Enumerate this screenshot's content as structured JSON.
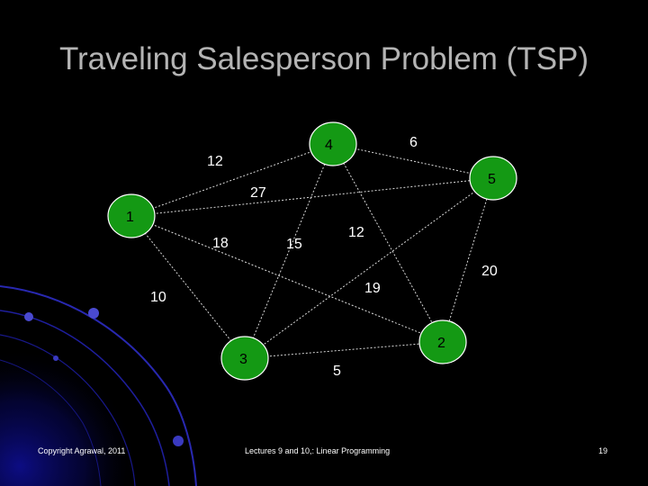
{
  "slide": {
    "title": "Traveling Salesperson Problem (TSP)"
  },
  "graph": {
    "nodes": [
      {
        "id": "1",
        "label": "1"
      },
      {
        "id": "2",
        "label": "2"
      },
      {
        "id": "3",
        "label": "3"
      },
      {
        "id": "4",
        "label": "4"
      },
      {
        "id": "5",
        "label": "5"
      }
    ],
    "edges": [
      {
        "from": "1",
        "to": "4",
        "weight": "12"
      },
      {
        "from": "4",
        "to": "5",
        "weight": "6"
      },
      {
        "from": "1",
        "to": "5",
        "weight": "27"
      },
      {
        "from": "1",
        "to": "2",
        "weight": "18"
      },
      {
        "from": "4",
        "to": "3",
        "weight": "15"
      },
      {
        "from": "4",
        "to": "2",
        "weight": "12"
      },
      {
        "from": "5",
        "to": "2",
        "weight": "20"
      },
      {
        "from": "5",
        "to": "3",
        "weight": "19"
      },
      {
        "from": "1",
        "to": "3",
        "weight": "10"
      },
      {
        "from": "3",
        "to": "2",
        "weight": "5"
      }
    ]
  },
  "footer": {
    "copyright": "Copyright Agrawal, 2011",
    "lecture": "Lectures 9 and 10,: Linear Programming",
    "page_number": "19"
  },
  "colors": {
    "background": "#000000",
    "node_fill": "#149914",
    "title_text": "#b4b4b4",
    "decoration": "#1a1a9a"
  }
}
